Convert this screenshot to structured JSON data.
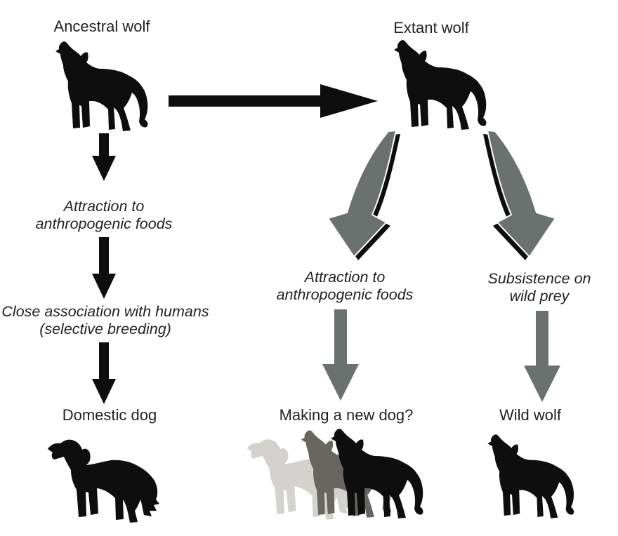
{
  "palette": {
    "black": "#0e0e0e",
    "gray_arrow": "#6b716e",
    "proto_light": "#d4d2ce",
    "proto_mid": "#696561",
    "text": "#231f20",
    "background": "#ffffff"
  },
  "diagram": {
    "title_implicit": "Wolf domestication pathways",
    "ancestral": {
      "label": "Ancestral wolf",
      "icon": "howling-wolf"
    },
    "extant": {
      "label": "Extant wolf",
      "icon": "howling-wolf"
    },
    "evolution_arrow": {
      "direction": "right",
      "color": "black"
    },
    "left_pathway": {
      "step1": "Attraction to\nanthropogenic foods",
      "step2": "Close association with humans\n(selective breeding)",
      "outcome": "Domestic dog",
      "outcome_icon": "standing-dog"
    },
    "middle_pathway": {
      "step1": "Attraction to\nanthropogenic foods",
      "outcome": "Making a new dog?",
      "outcome_icons": [
        "standing-dog-light-gray",
        "howling-wolf-mid-gray",
        "howling-wolf-black"
      ]
    },
    "right_pathway": {
      "step1": "Subsistence on\nwild prey",
      "outcome": "Wild wolf",
      "outcome_icon": "howling-wolf"
    }
  }
}
